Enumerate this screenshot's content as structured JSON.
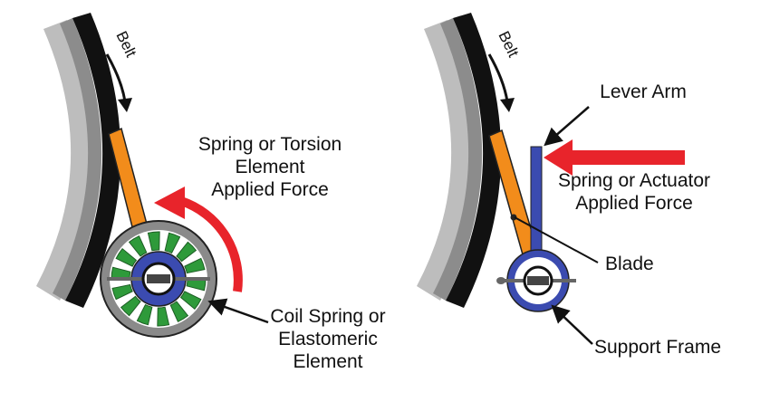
{
  "left_panel": {
    "belt_label": "Belt",
    "force_label": [
      "Spring or Torsion",
      "Element",
      "Applied Force"
    ],
    "spring_label": [
      "Coil Spring or",
      "Elastomeric",
      "Element"
    ]
  },
  "right_panel": {
    "belt_label": "Belt",
    "lever_label": "Lever Arm",
    "force_label": [
      "Spring or Actuator",
      "Applied Force"
    ],
    "blade_label": "Blade",
    "frame_label": "Support Frame"
  },
  "colors": {
    "belt_black": "#111111",
    "belt_gray": "#8c8c8c",
    "belt_light": "#bdbdbd",
    "arm_orange": "#f28c1b",
    "hub_blue": "#3b4bb0",
    "spring_green": "#2e9a3a",
    "housing_gray": "#8a8a8a",
    "force_red": "#e8242b"
  }
}
